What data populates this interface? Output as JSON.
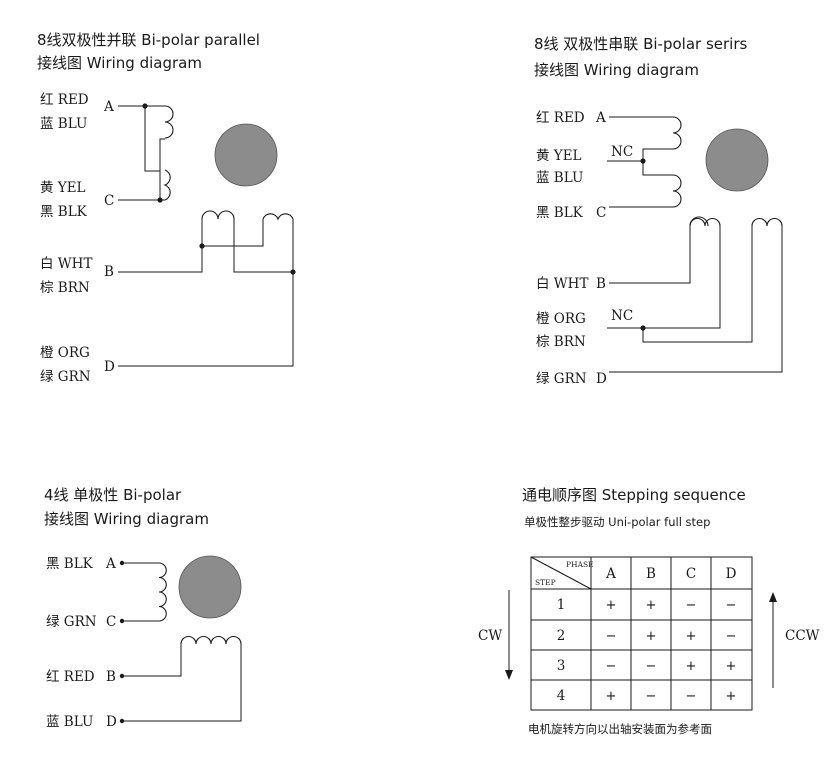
{
  "diagrams": {
    "parallel": {
      "title": "8线双极性并联 Bi-polar parallel",
      "subtitle": "接线图 Wiring diagram",
      "wires": [
        {
          "label": "红 RED"
        },
        {
          "label": "蓝 BLU"
        },
        {
          "label": "黄 YEL"
        },
        {
          "label": "黑 BLK"
        },
        {
          "label": "白 WHT"
        },
        {
          "label": "棕 BRN"
        },
        {
          "label": "橙 ORG"
        },
        {
          "label": "绿 GRN"
        }
      ],
      "terminals": [
        "A",
        "C",
        "B",
        "D"
      ]
    },
    "series": {
      "title": "8线 双极性串联 Bi-polar serirs",
      "subtitle": "接线图 Wiring diagram",
      "wires": [
        {
          "label": "红 RED"
        },
        {
          "label": "黄 YEL"
        },
        {
          "label": "蓝 BLU"
        },
        {
          "label": "黑 BLK"
        },
        {
          "label": "白 WHT"
        },
        {
          "label": "橙 ORG"
        },
        {
          "label": "棕 BRN"
        },
        {
          "label": "绿 GRN"
        }
      ],
      "terminals": [
        "A",
        "C",
        "B",
        "D"
      ],
      "nc": "NC"
    },
    "four_wire": {
      "title": "4线 单极性 Bi-polar",
      "subtitle": "接线图 Wiring diagram",
      "wires": [
        {
          "label": "黑 BLK"
        },
        {
          "label": "绿 GRN"
        },
        {
          "label": "红 RED"
        },
        {
          "label": "蓝 BLU"
        }
      ],
      "terminals": [
        "A",
        "C",
        "B",
        "D"
      ]
    }
  },
  "sequence": {
    "title": "通电顺序图 Stepping sequence",
    "subtitle": "单极性整步驱动 Uni-polar full step",
    "header_phase": "PHASE",
    "header_step": "STEP",
    "phases": [
      "A",
      "B",
      "C",
      "D"
    ],
    "rows": [
      {
        "step": "1",
        "cells": [
          "+",
          "+",
          "−",
          "−"
        ]
      },
      {
        "step": "2",
        "cells": [
          "−",
          "+",
          "+",
          "−"
        ]
      },
      {
        "step": "3",
        "cells": [
          "−",
          "−",
          "+",
          "+"
        ]
      },
      {
        "step": "4",
        "cells": [
          "+",
          "−",
          "−",
          "+"
        ]
      }
    ],
    "cw": "CW",
    "ccw": "CCW",
    "note": "电机旋转方向以出轴安装面为参考面"
  }
}
